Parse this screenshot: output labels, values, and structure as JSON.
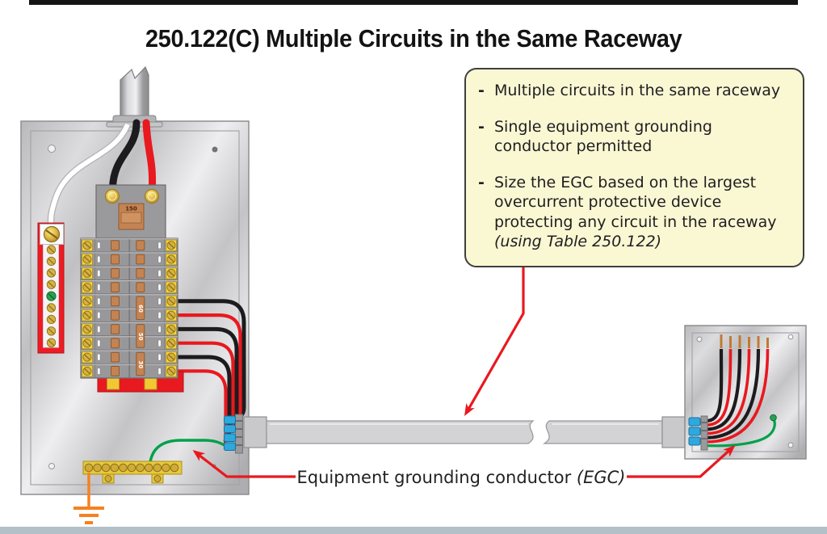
{
  "title": "250.122(C) Multiple Circuits in the Same Raceway",
  "note_box": {
    "bullet_char": "-",
    "bullets": [
      {
        "text": "Multiple circuits in the same raceway",
        "note": ""
      },
      {
        "text": "Single equipment grounding conductor permitted",
        "note": ""
      },
      {
        "text": "Size the EGC based on the largest overcurrent protective device protecting any circuit in the raceway",
        "note": "(using Table 250.122)"
      }
    ]
  },
  "labels": {
    "egc_text": "Equipment grounding conductor ",
    "egc_abbr": "(EGC)",
    "main_breaker_rating": "150",
    "branch_breaker_ratings": [
      "60",
      "50",
      "30"
    ]
  },
  "colors": {
    "annotation_red": "#e8191f",
    "egc_green": "#00a14b",
    "ground_orange": "#f58220",
    "wire_black": "#1c1c1e",
    "wire_red": "#e8191f",
    "wire_white": "#ffffff",
    "clamp_blue": "#2fa8dc",
    "note_box_bg": "#faf7d3"
  }
}
